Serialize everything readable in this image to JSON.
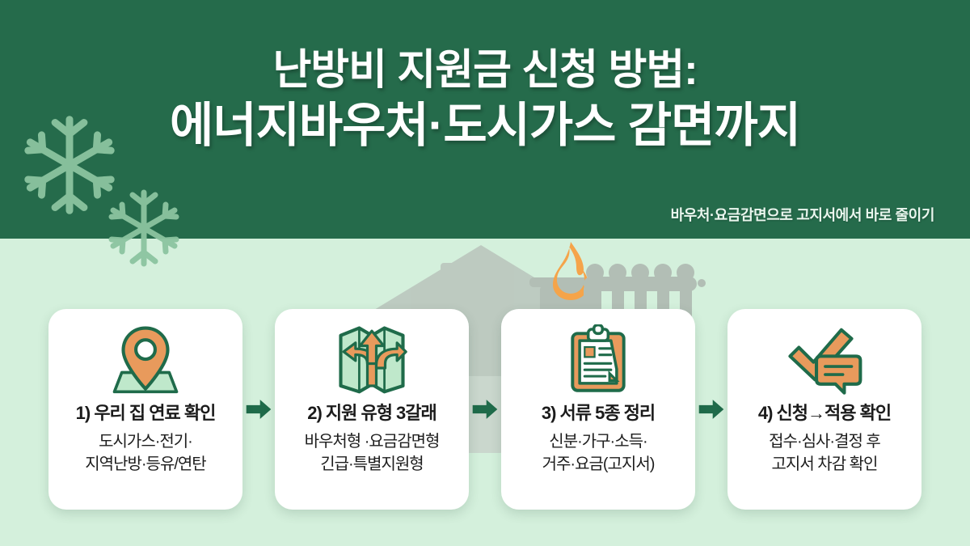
{
  "header": {
    "title_line_1": "난방비 지원금 신청 방법:",
    "title_line_2": "에너지바우처·도시가스 감면까지",
    "subtitle": "바우처·요금감면으로 고지서에서 바로 줄이기",
    "bg_color": "#256b4b",
    "title_color": "#ffffff",
    "snowflake_color": "#8cc4a0"
  },
  "body": {
    "bg_color": "#d4f0dc",
    "scene": {
      "house_color": "#b9c4bc",
      "radiator_color": "#b2beb5",
      "burner_color": "#b2beb5",
      "flame_color": "#f5a44a"
    }
  },
  "theme": {
    "accent_orange": "#e89a5c",
    "accent_green": "#1f6b4a",
    "card_bg": "#ffffff",
    "arrow_color": "#1f6b4a"
  },
  "steps": [
    {
      "icon": "map-pin-icon",
      "title": "1) 우리 집 연료 확인",
      "sub_line_1": "도시가스·전기·",
      "sub_line_2": "지역난방·등유/연탄"
    },
    {
      "icon": "folded-map-arrows-icon",
      "title": "2) 지원 유형 3갈래",
      "sub_line_1": "바우처형 ·요금감면형",
      "sub_line_2": "긴급·특별지원형"
    },
    {
      "icon": "clipboard-document-icon",
      "title": "3) 서류 5종 정리",
      "sub_line_1": "신분·가구·소득·",
      "sub_line_2": "거주·요금(고지서)"
    },
    {
      "icon": "check-speech-bubble-icon",
      "title": "4) 신청→적용 확인",
      "sub_line_1": "접수·심사·결정 후",
      "sub_line_2": "고지서 차감 확인"
    }
  ],
  "arrows": [
    {
      "icon": "arrow-right-icon"
    },
    {
      "icon": "arrow-right-icon"
    },
    {
      "icon": "arrow-right-icon"
    }
  ]
}
